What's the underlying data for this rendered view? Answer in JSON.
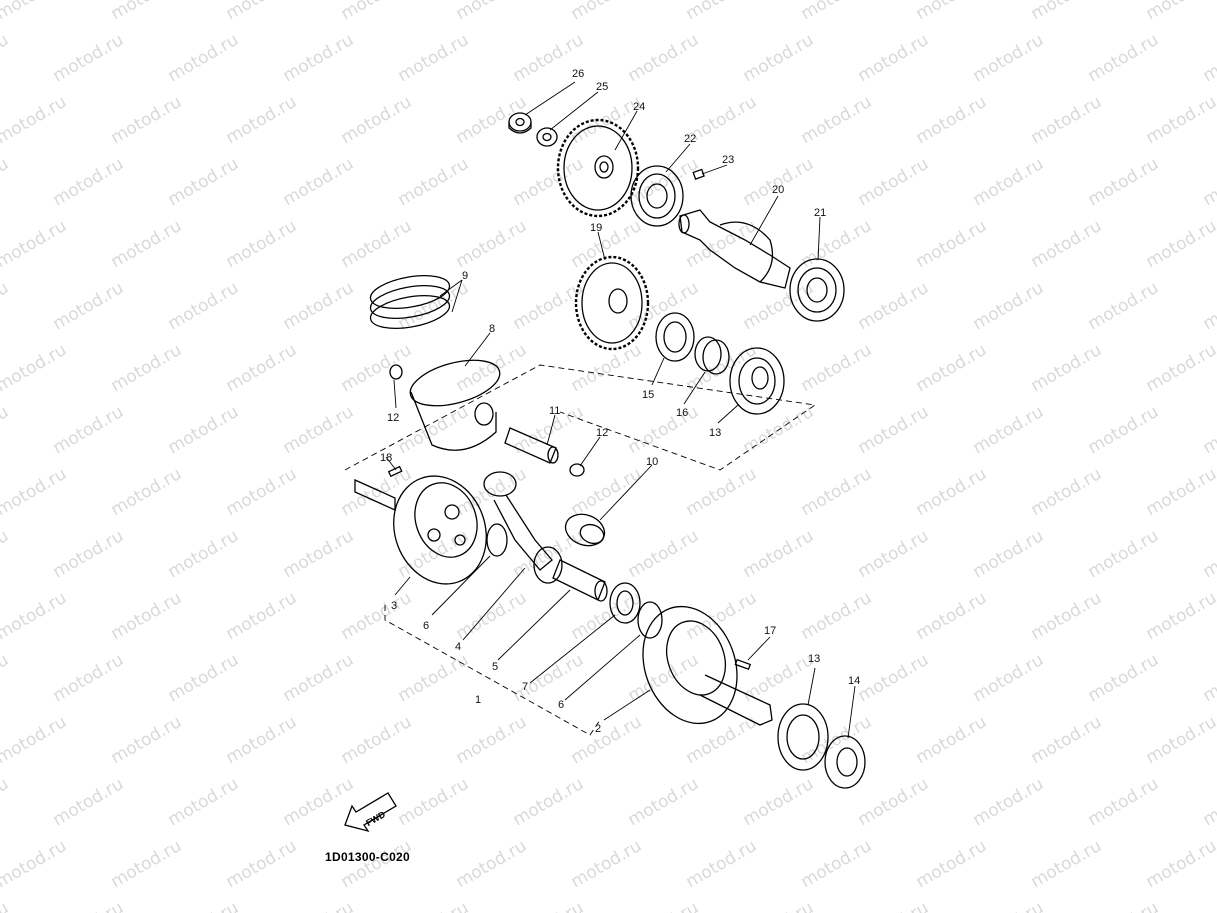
{
  "watermark": "motod.ru",
  "diagram_code": "1D01300-C020",
  "fwd_label": "FWD",
  "part_labels": {
    "p1": "1",
    "p2": "2",
    "p3": "3",
    "p4": "4",
    "p5": "5",
    "p6a": "6",
    "p6b": "6",
    "p7": "7",
    "p8": "8",
    "p9": "9",
    "p10": "10",
    "p11": "11",
    "p12a": "12",
    "p12b": "12",
    "p13a": "13",
    "p13b": "13",
    "p14": "14",
    "p15": "15",
    "p16": "16",
    "p17": "17",
    "p18": "18",
    "p19": "19",
    "p20": "20",
    "p21": "21",
    "p22": "22",
    "p23": "23",
    "p24": "24",
    "p25": "25",
    "p26": "26"
  },
  "colors": {
    "line": "#000000",
    "watermark": "#d9d9d9",
    "background": "#ffffff"
  }
}
